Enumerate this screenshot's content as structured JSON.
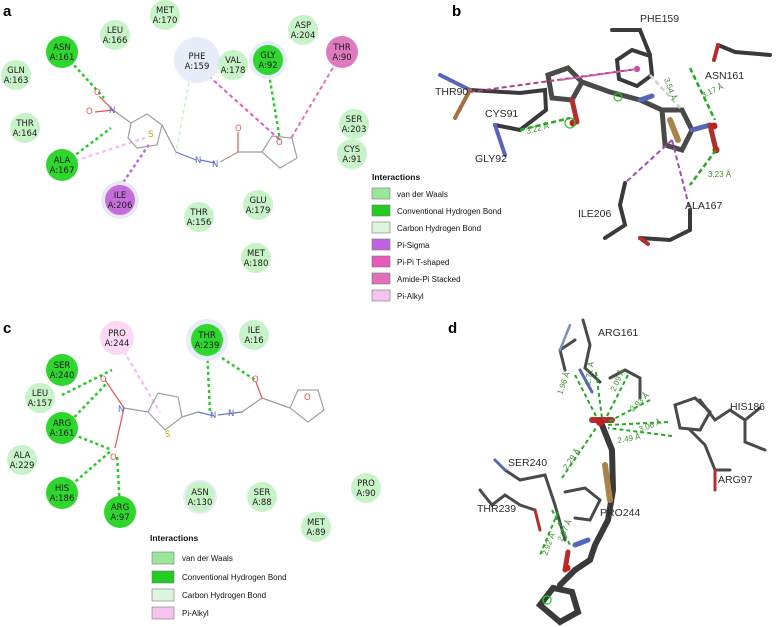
{
  "panels": {
    "a": {
      "letter": "a",
      "residues": [
        {
          "id": "met170",
          "name": "MET",
          "num": "A:170"
        },
        {
          "id": "leu166",
          "name": "LEU",
          "num": "A:166"
        },
        {
          "id": "asn161",
          "name": "ASN",
          "num": "A:161"
        },
        {
          "id": "gln163",
          "name": "GLN",
          "num": "A:163"
        },
        {
          "id": "thr164",
          "name": "THR",
          "num": "A:164"
        },
        {
          "id": "ala167",
          "name": "ALA",
          "num": "A:167"
        },
        {
          "id": "ile206",
          "name": "ILE",
          "num": "A:206"
        },
        {
          "id": "phe159",
          "name": "PHE",
          "num": "A:159"
        },
        {
          "id": "val178",
          "name": "VAL",
          "num": "A:178"
        },
        {
          "id": "gly92",
          "name": "GLY",
          "num": "A:92"
        },
        {
          "id": "asp204",
          "name": "ASP",
          "num": "A:204"
        },
        {
          "id": "thr90",
          "name": "THR",
          "num": "A:90"
        },
        {
          "id": "ser203",
          "name": "SER",
          "num": "A:203"
        },
        {
          "id": "cys91",
          "name": "CYS",
          "num": "A:91"
        },
        {
          "id": "thr156",
          "name": "THR",
          "num": "A:156"
        },
        {
          "id": "glu179",
          "name": "GLU",
          "num": "A:179"
        },
        {
          "id": "met180",
          "name": "MET",
          "num": "A:180"
        }
      ],
      "legend": {
        "title": "Interactions",
        "items": [
          {
            "label": "van der Waals",
            "color": "#9ae79a"
          },
          {
            "label": "Conventional Hydrogen Bond",
            "color": "#22cc22"
          },
          {
            "label": "Carbon Hydrogen Bond",
            "color": "#dcf5dc"
          },
          {
            "label": "Pi-Sigma",
            "color": "#c063e0"
          },
          {
            "label": "Pi-Pi T-shaped",
            "color": "#e65ab8"
          },
          {
            "label": "Amide-Pi Stacked",
            "color": "#e070b8"
          },
          {
            "label": "Pi-Alkyl",
            "color": "#f4c4ee"
          }
        ]
      }
    },
    "b": {
      "letter": "b",
      "labels": [
        "PHE159",
        "ASN161",
        "THR90",
        "CYS91",
        "GLY92",
        "ILE206",
        "ALA167"
      ],
      "distances": [
        "3.54 Å",
        "3.17 Å",
        "3.22 Å",
        "3.23 Å"
      ]
    },
    "c": {
      "letter": "c",
      "residues": [
        {
          "id": "pro244",
          "name": "PRO",
          "num": "A:244"
        },
        {
          "id": "thr239",
          "name": "THR",
          "num": "A:239"
        },
        {
          "id": "ile16",
          "name": "ILE",
          "num": "A:16"
        },
        {
          "id": "ser240",
          "name": "SER",
          "num": "A:240"
        },
        {
          "id": "leu157",
          "name": "LEU",
          "num": "A:157"
        },
        {
          "id": "arg161",
          "name": "ARG",
          "num": "A:161"
        },
        {
          "id": "ala229",
          "name": "ALA",
          "num": "A:229"
        },
        {
          "id": "his186",
          "name": "HIS",
          "num": "A:186"
        },
        {
          "id": "arg97",
          "name": "ARG",
          "num": "A:97"
        },
        {
          "id": "asn130",
          "name": "ASN",
          "num": "A:130"
        },
        {
          "id": "ser88",
          "name": "SER",
          "num": "A:88"
        },
        {
          "id": "pro90",
          "name": "PRO",
          "num": "A:90"
        },
        {
          "id": "met89",
          "name": "MET",
          "num": "A:89"
        }
      ],
      "legend": {
        "title": "Interactions",
        "items": [
          {
            "label": "van der Waals",
            "color": "#9ae79a"
          },
          {
            "label": "Conventional Hydrogen Bond",
            "color": "#22cc22"
          },
          {
            "label": "Carbon Hydrogen Bond",
            "color": "#dcf5dc"
          },
          {
            "label": "Pi-Alkyl",
            "color": "#f4c4ee"
          }
        ]
      }
    },
    "d": {
      "letter": "d",
      "labels": [
        "ARG161",
        "HIS186",
        "SER240",
        "ARG97",
        "THR239",
        "PRO244"
      ],
      "distances": [
        "1.96 Å",
        "2.71 Å",
        "2.09 Å",
        "2.93 Å",
        "3.06 Å",
        "2.49 Å",
        "2.29 Å",
        "2.07 Å",
        "2.92 Å"
      ]
    }
  }
}
